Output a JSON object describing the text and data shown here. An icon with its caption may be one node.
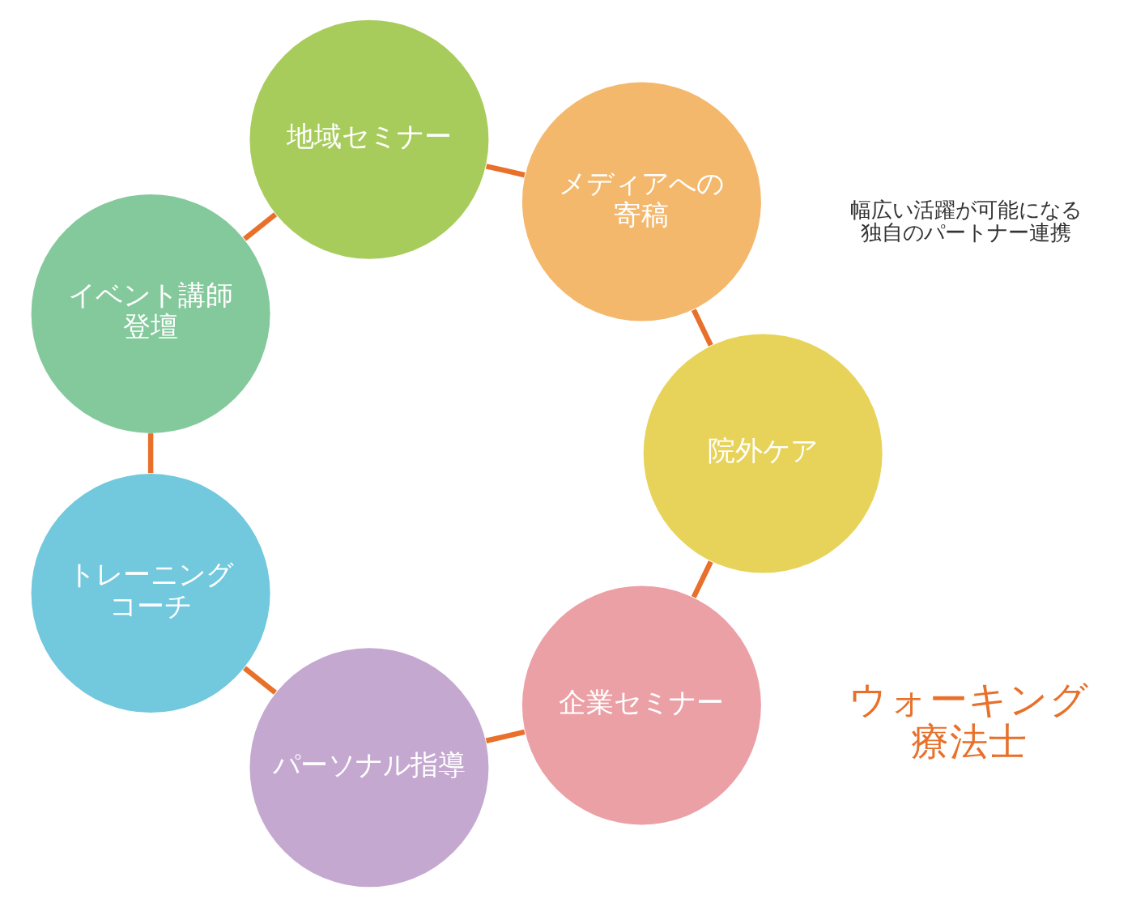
{
  "diagram": {
    "nodes": [
      {
        "text": [
          "企業セミナー"
        ]
      },
      {
        "text": [
          "パーソナル指導"
        ]
      },
      {
        "text": [
          "トレーニングコーチ"
        ]
      },
      {
        "text": [
          "イベント講師登壇"
        ]
      },
      {
        "text": [
          "地域セミナー"
        ]
      },
      {
        "text": [
          "メディアへの寄稿"
        ]
      },
      {
        "text": [
          "院外ケア"
        ]
      }
    ],
    "edges": [
      {
        "from": 0,
        "to": 1,
        "arrow": "none"
      },
      {
        "from": 1,
        "to": 2,
        "arrow": "none"
      },
      {
        "from": 2,
        "to": 3,
        "arrow": "none"
      },
      {
        "from": 3,
        "to": 4,
        "arrow": "none"
      },
      {
        "from": 4,
        "to": 5,
        "arrow": "none"
      },
      {
        "from": 5,
        "to": 6,
        "arrow": "none"
      },
      {
        "from": 6,
        "to": 0,
        "arrow": "none"
      }
    ],
    "labels": [
      "ウォーキング療法士",
      "幅広い活躍が可能になる独自のパートナー連携"
    ]
  }
}
